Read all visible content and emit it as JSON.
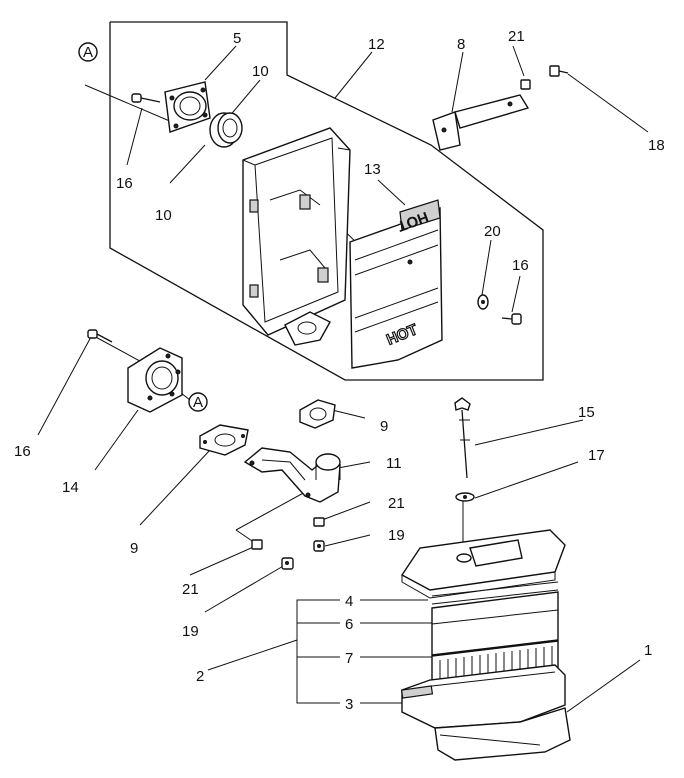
{
  "callouts": {
    "c1": "1",
    "c2": "2",
    "c3": "3",
    "c4": "4",
    "c5": "5",
    "c6": "6",
    "c7": "7",
    "c8": "8",
    "c9a": "9",
    "c9b": "9",
    "c10a": "10",
    "c10b": "10",
    "c11": "11",
    "c12": "12",
    "c13": "13",
    "c14": "14",
    "c15": "15",
    "c16a": "16",
    "c16b": "16",
    "c16c": "16",
    "c17": "17",
    "c18": "18",
    "c19a": "19",
    "c19b": "19",
    "c20": "20",
    "c21a": "21",
    "c21b": "21",
    "c21c": "21"
  },
  "markers": {
    "a1": "A",
    "a2": "A"
  },
  "shield_stamp": {
    "upper": "HOT",
    "lower": "HOT"
  }
}
